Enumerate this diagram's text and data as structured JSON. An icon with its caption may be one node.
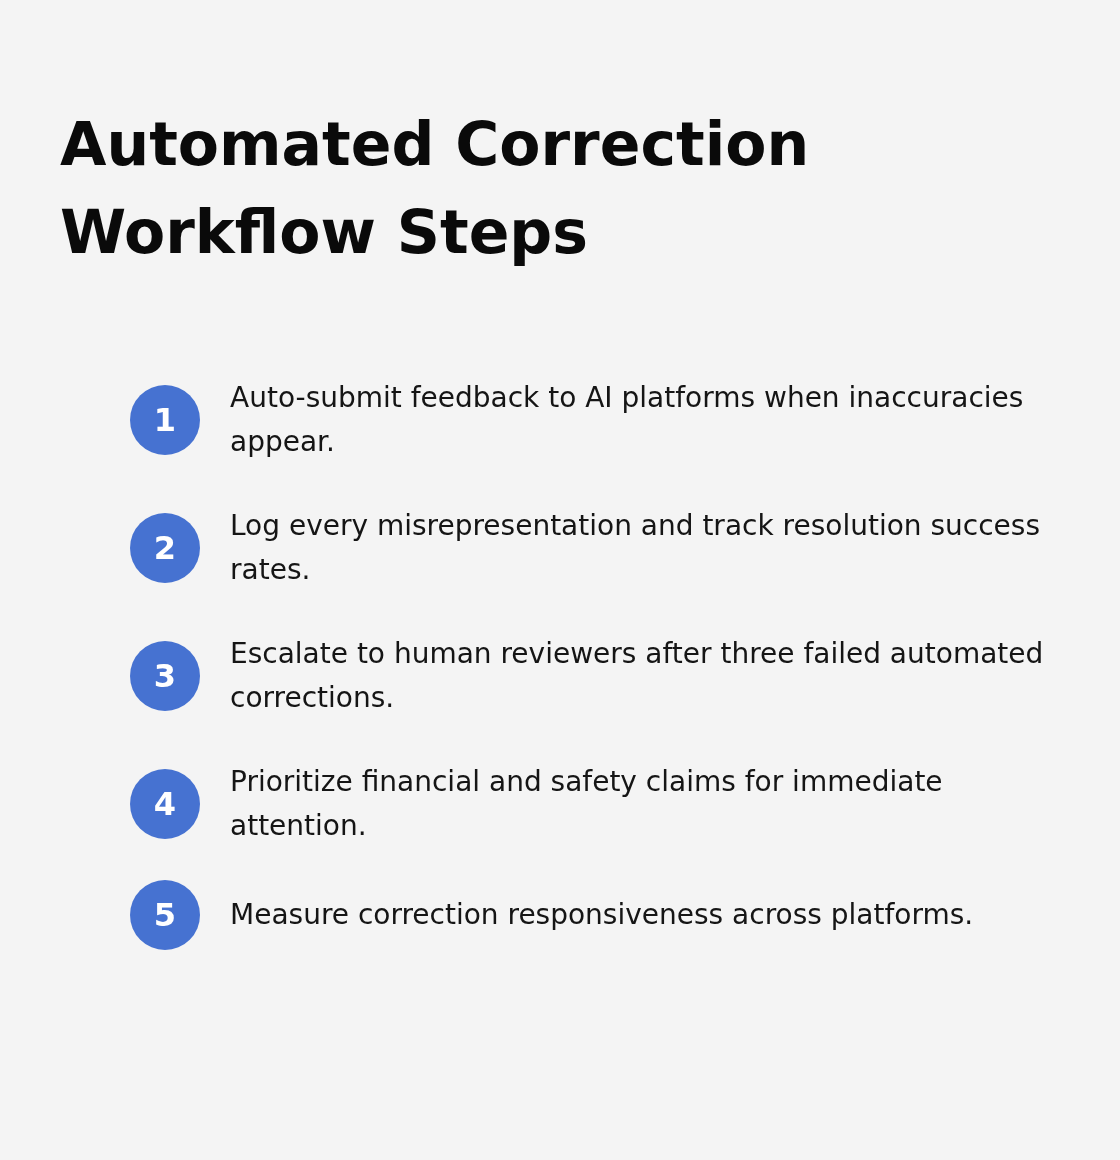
{
  "diagram": {
    "title": "Automated Correction Workflow Steps",
    "nodes": [
      {
        "text": [
          "1"
        ],
        "beside": [
          "Auto-submit feedback to AI platforms when inaccuracies appear."
        ]
      },
      {
        "text": [
          "2"
        ],
        "beside": [
          "Log every misrepresentation and track resolution success rates."
        ]
      },
      {
        "text": [
          "3"
        ],
        "beside": [
          "Escalate to human reviewers after three failed automated corrections."
        ]
      },
      {
        "text": [
          "4"
        ],
        "beside": [
          "Prioritize financial and safety claims for immediate attention."
        ]
      },
      {
        "text": [
          "5"
        ],
        "beside": [
          "Measure correction responsiveness across platforms."
        ]
      }
    ]
  }
}
